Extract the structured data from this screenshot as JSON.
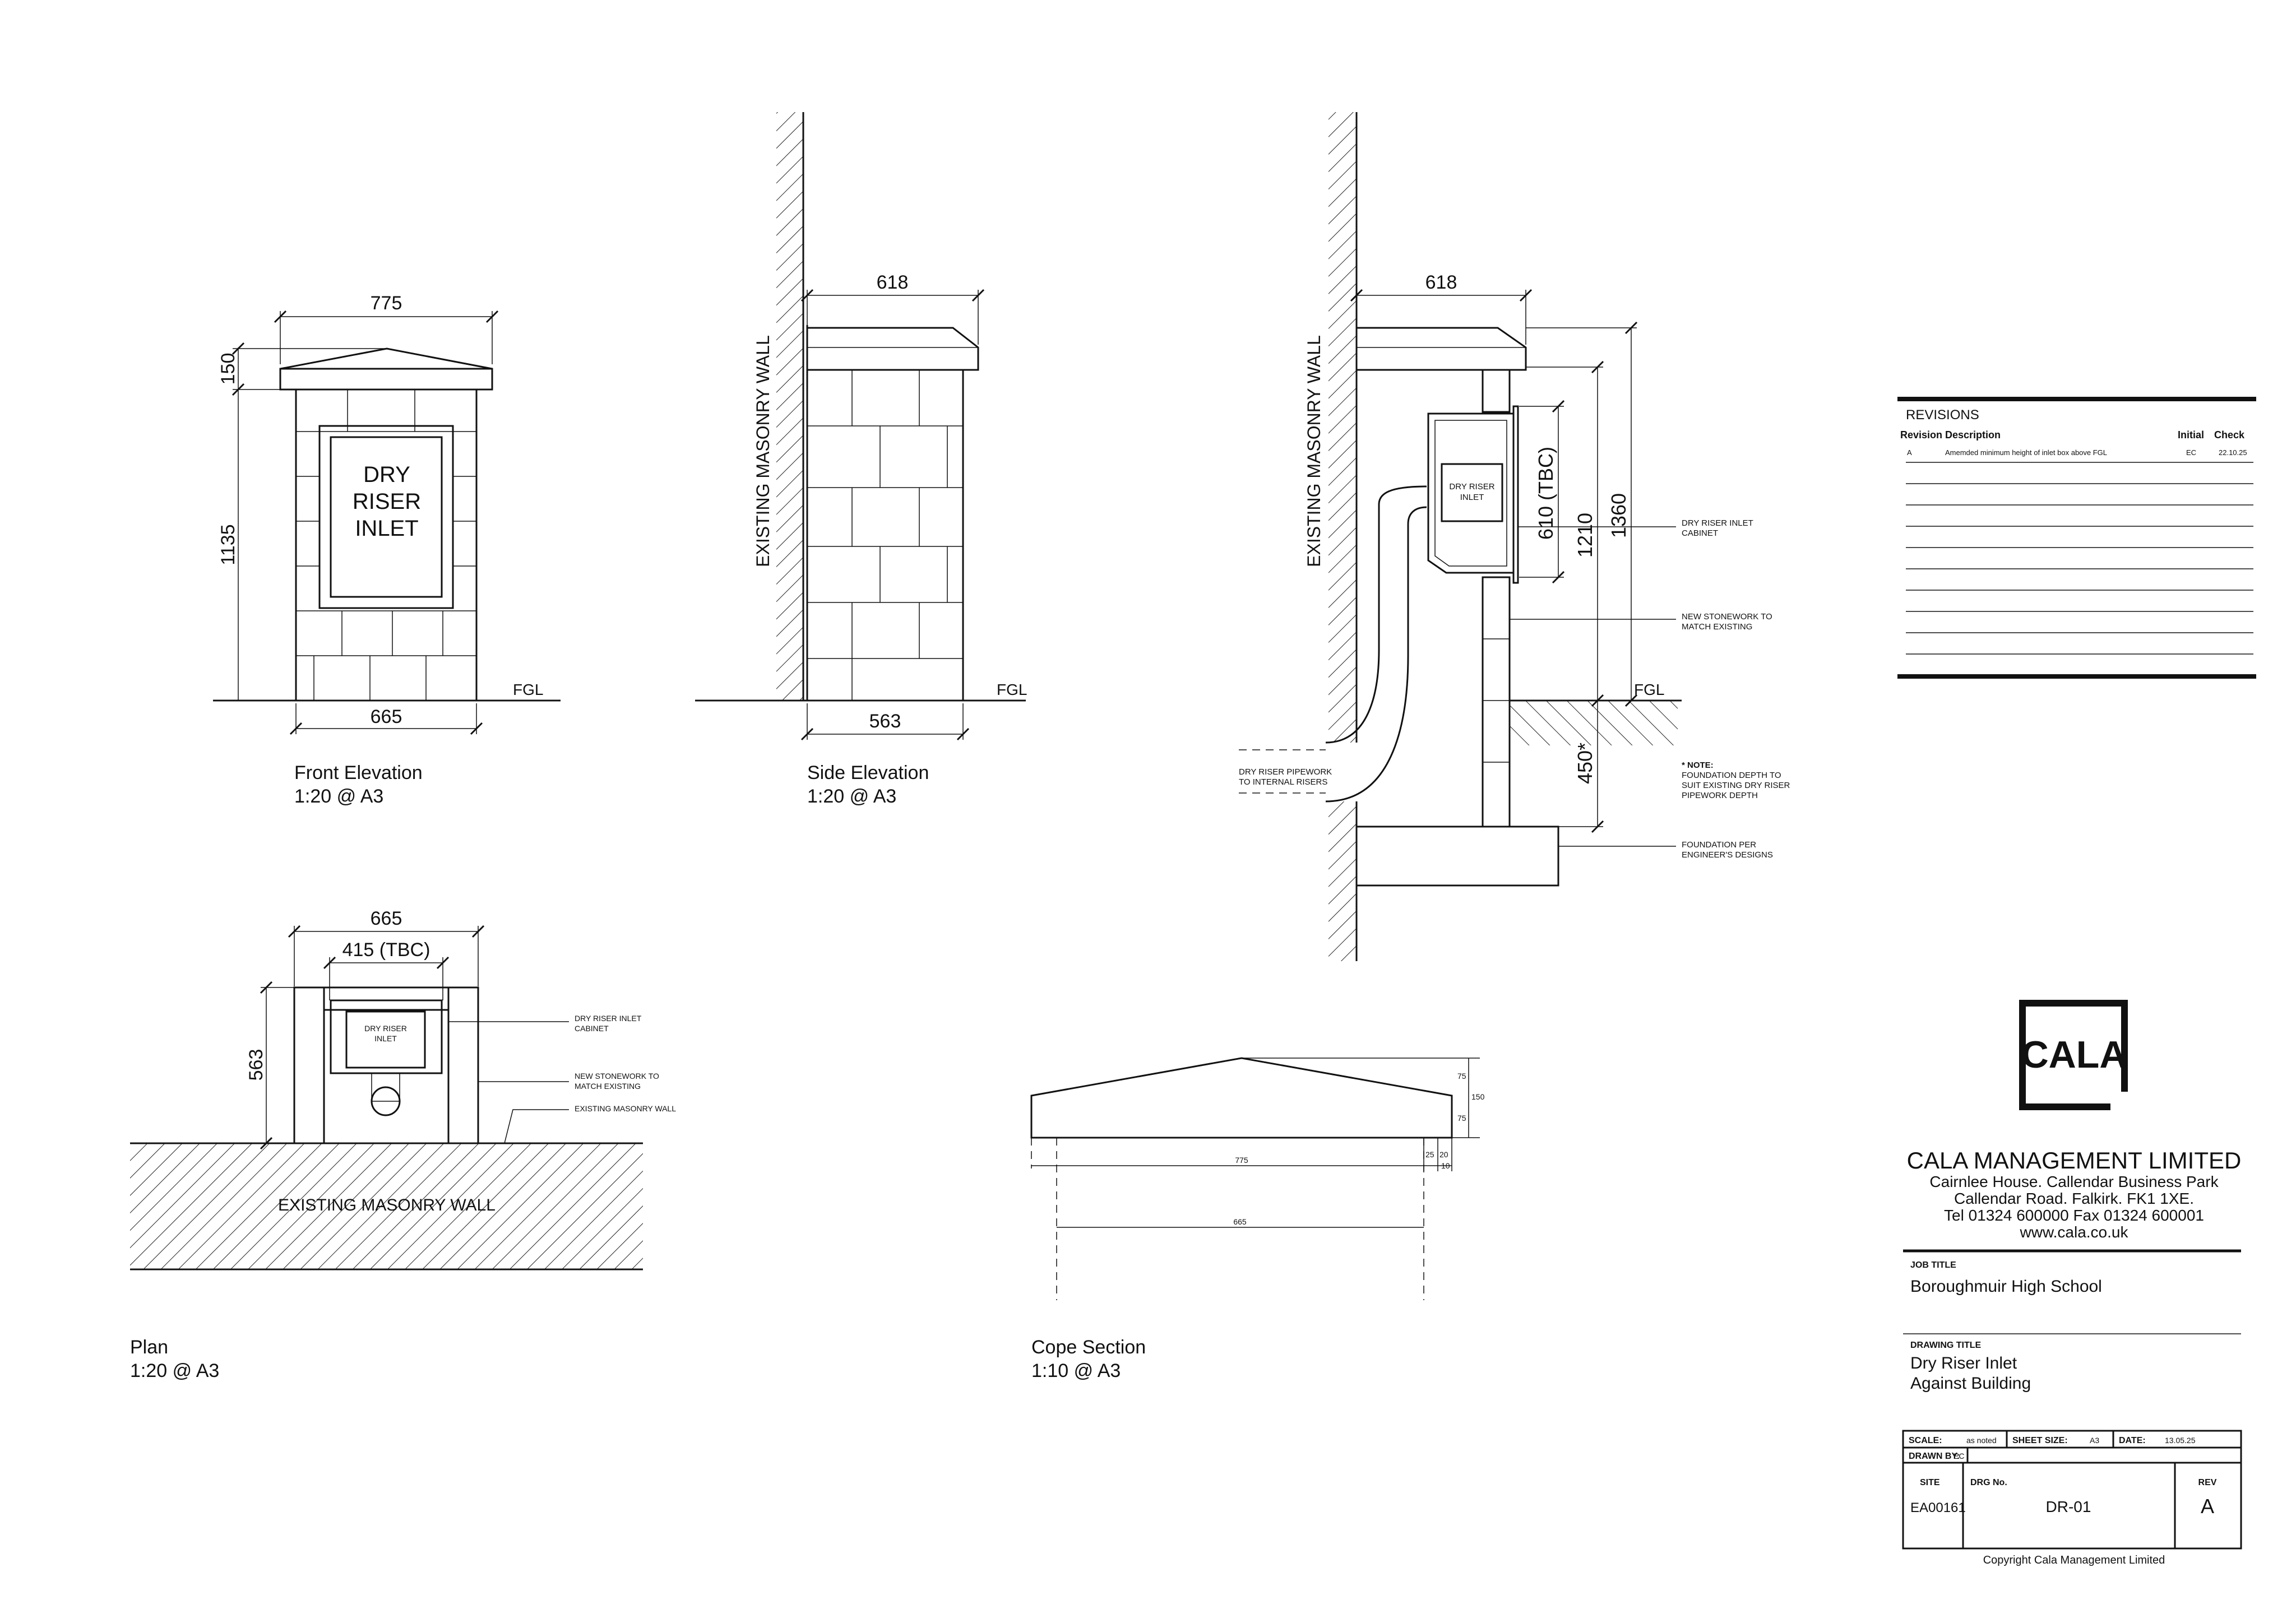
{
  "front_elevation": {
    "dim_top": "775",
    "dim_cap": "150",
    "dim_height": "1135",
    "dim_base": "665",
    "sign_line1": "DRY",
    "sign_line2": "RISER",
    "sign_line3": "INLET",
    "fgl": "FGL",
    "title": "Front Elevation",
    "scale": "1:20 @ A3"
  },
  "side_elevation": {
    "wall_label": "EXISTING MASONRY WALL",
    "dim_top": "618",
    "dim_base": "563",
    "fgl": "FGL",
    "title": "Side Elevation",
    "scale": "1:20 @ A3"
  },
  "section": {
    "wall_label": "EXISTING MASONRY WALL",
    "dim_top": "618",
    "dim_cabinet": "610 (TBC)",
    "dim_1210": "1210",
    "dim_1360": "1360",
    "dim_450": "450*",
    "fgl": "FGL",
    "cabinet_line1": "DRY RISER",
    "cabinet_line2": "INLET",
    "note_cabinet_1": "DRY RISER INLET",
    "note_cabinet_2": "CABINET",
    "note_stone_1": "NEW STONEWORK TO",
    "note_stone_2": "MATCH EXISTING",
    "note_found_1": "* NOTE:",
    "note_found_2": "FOUNDATION DEPTH TO",
    "note_found_3": "SUIT EXISTING DRY RISER",
    "note_found_4": "PIPEWORK DEPTH",
    "note_eng_1": "FOUNDATION PER",
    "note_eng_2": "ENGINEER'S DESIGNS",
    "note_pipe_1": "DRY RISER PIPEWORK",
    "note_pipe_2": "TO INTERNAL RISERS"
  },
  "plan": {
    "dim_outer": "665",
    "dim_inner": "415 (TBC)",
    "dim_depth": "563",
    "cabinet_line1": "DRY RISER",
    "cabinet_line2": "INLET",
    "note_cabinet_1": "DRY RISER INLET",
    "note_cabinet_2": "CABINET",
    "note_stone_1": "NEW STONEWORK TO",
    "note_stone_2": "MATCH EXISTING",
    "note_wall": "EXISTING MASONRY WALL",
    "wall_label": "EXISTING MASONRY WALL",
    "title": "Plan",
    "scale": "1:20 @ A3"
  },
  "cope_section": {
    "dim_75a": "75",
    "dim_150": "150",
    "dim_75b": "75",
    "dim_25": "25",
    "dim_20": "20",
    "dim_10": "10",
    "dim_775": "775",
    "dim_665": "665",
    "title": "Cope Section",
    "scale": "1:10 @ A3"
  },
  "revisions": {
    "heading": "REVISIONS",
    "col_revision": "Revision",
    "col_description": "Description",
    "col_initial": "Initial",
    "col_check": "Check",
    "rows": [
      {
        "rev": "A",
        "description": "Amemded minimum height of inlet box above FGL",
        "initial": "EC",
        "check": "22.10.25"
      }
    ]
  },
  "title_block": {
    "logo": "CALA",
    "company": "CALA MANAGEMENT LIMITED",
    "address1": "Cairnlee House. Callendar Business Park",
    "address2": "Callendar Road. Falkirk. FK1 1XE.",
    "phone": "Tel 01324 600000 Fax 01324 600001",
    "web": "www.cala.co.uk",
    "job_title_label": "JOB TITLE",
    "job_title": "Boroughmuir High School",
    "drawing_title_label": "DRAWING TITLE",
    "drawing_title1": "Dry Riser Inlet",
    "drawing_title2": "Against Building",
    "scale_label": "SCALE:",
    "scale": "as noted",
    "sheet_label": "SHEET SIZE:",
    "sheet": "A3",
    "date_label": "DATE:",
    "date": "13.05.25",
    "drawn_label": "DRAWN BY:",
    "drawn": "EC",
    "site_label": "SITE",
    "site": "EA00161",
    "drg_label": "DRG No.",
    "drg": "DR-01",
    "rev_label": "REV",
    "rev": "A",
    "copyright": "Copyright Cala Management Limited"
  }
}
